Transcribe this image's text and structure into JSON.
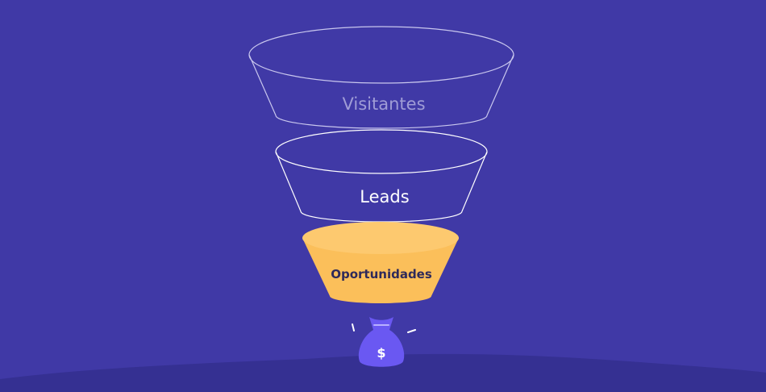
{
  "funnel": {
    "stages": [
      {
        "label": "Visitantes",
        "label_color": "#9f9cd6",
        "fill": "none",
        "stroke": "#c9c7ee"
      },
      {
        "label": "Leads",
        "label_color": "#ffffff",
        "fill": "none",
        "stroke": "#ffffff"
      },
      {
        "label": "Oportunidades",
        "label_color": "#2f2a5a",
        "fill": "#fbbf5a",
        "stroke": "#fbbf5a"
      }
    ]
  },
  "money_bag": {
    "symbol": "$",
    "fill": "#6a58f2",
    "symbol_color": "#ffffff"
  },
  "colors": {
    "background": "#4039a6",
    "ground": "#353092",
    "opportunity_top": "#fdc96f"
  }
}
